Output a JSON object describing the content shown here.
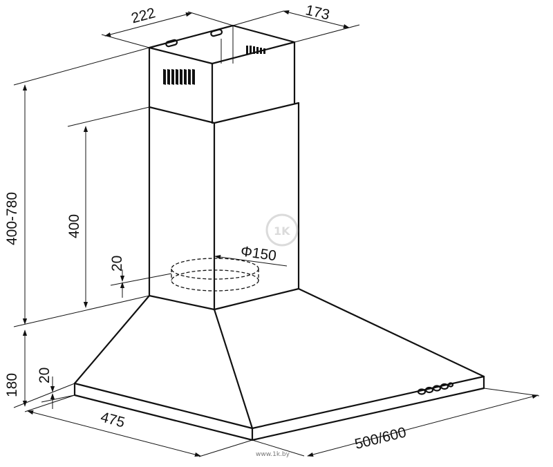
{
  "dimensions": {
    "chimney_width": "222",
    "chimney_depth": "173",
    "total_height_range": "400-780",
    "chimney_lower_height": "400",
    "duct_diameter": "Φ150",
    "duct_offset": "20",
    "hood_height": "180",
    "rim_height": "20",
    "hood_depth": "475",
    "hood_width": "500/600"
  },
  "watermark": {
    "site": "www.1k.by",
    "logo_text": "1K"
  },
  "colors": {
    "line": "#111111",
    "watermark": "#777777"
  }
}
